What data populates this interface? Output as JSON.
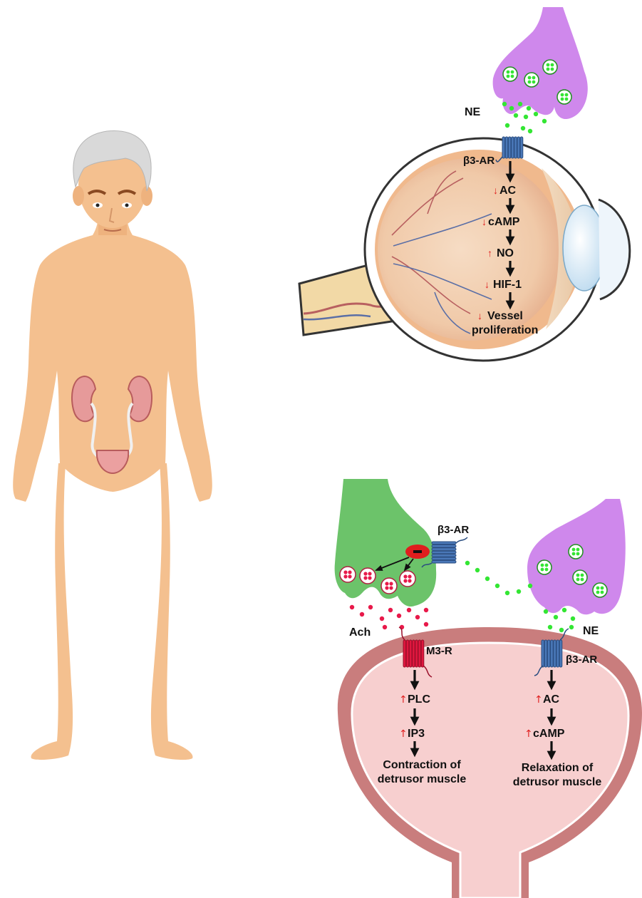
{
  "eye": {
    "neurotransmitter_label": "NE",
    "receptor_label": "β3-AR",
    "pathway": [
      {
        "label": "AC",
        "direction": "down"
      },
      {
        "label": "cAMP",
        "direction": "down"
      },
      {
        "label": "NO",
        "direction": "up"
      },
      {
        "label": "HIF-1",
        "direction": "down"
      },
      {
        "label": "Vessel",
        "direction": "down"
      }
    ],
    "pathway_tail": "proliferation"
  },
  "bladder": {
    "presynaptic_receptor_label": "β3-AR",
    "acetylcholine_label": "Ach",
    "norepinephrine_label": "NE",
    "m3_receptor_label": "M3-R",
    "b3_receptor_label": "β3-AR",
    "left_pathway": [
      {
        "label": "PLC",
        "direction": "up"
      },
      {
        "label": "IP3",
        "direction": "up"
      }
    ],
    "left_outcome_line1": "Contraction of",
    "left_outcome_line2": "detrusor muscle",
    "right_pathway": [
      {
        "label": "AC",
        "direction": "up"
      },
      {
        "label": "cAMP",
        "direction": "up"
      }
    ],
    "right_outcome_line1": "Relaxation of",
    "right_outcome_line2": "detrusor muscle"
  },
  "colors": {
    "skin": "#f4c08f",
    "hair": "#d9d9d9",
    "neuron_purple": "#cf88ec",
    "neuron_green": "#6cc36a",
    "vesicle_green": "#33e633",
    "vesicle_red": "#e8194a",
    "receptor_blue": "#4a78b8",
    "receptor_red": "#e0173f",
    "bladder_wall": "#c97d7d",
    "bladder_inner": "#f7cfcf",
    "change_arrow": "#e02020"
  }
}
